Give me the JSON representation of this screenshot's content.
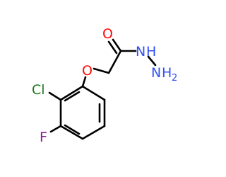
{
  "molecule": {
    "atoms": {
      "oxygen_carbonyl": "O",
      "oxygen_ether": "O",
      "nitrogen_nh": "N",
      "nitrogen_nh_h": "H",
      "nitrogen_nh2": "N",
      "nitrogen_nh2_h": "H",
      "nitrogen_nh2_subscript": "2",
      "chlorine": "Cl",
      "fluorine": "F"
    },
    "colors": {
      "oxygen": "#ff0d0d",
      "nitrogen": "#3050f8",
      "chlorine": "#1d7a1d",
      "fluorine": "#8a1a8a",
      "bond": "#000000"
    }
  }
}
